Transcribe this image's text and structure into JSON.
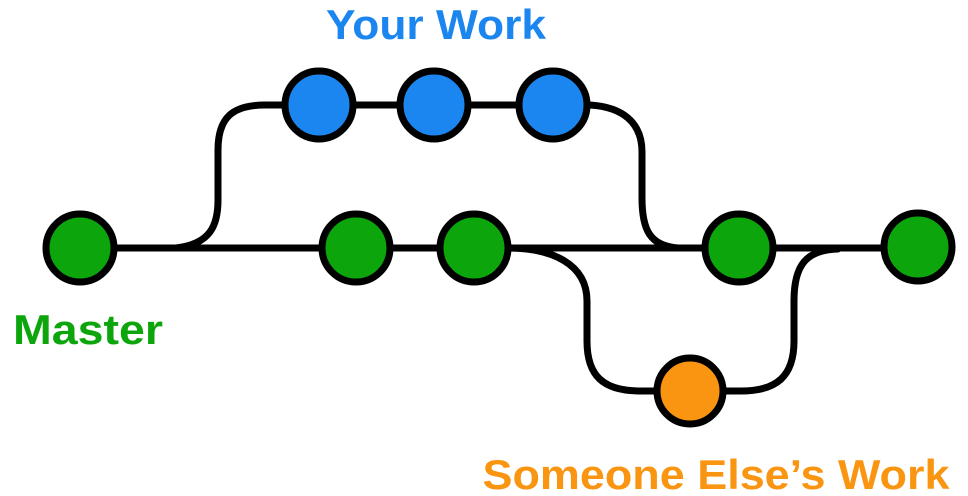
{
  "diagram": {
    "type": "git-branch-diagram",
    "labels": {
      "your_work": "Your Work",
      "master": "Master",
      "someone_else": "Someone Else’s Work"
    },
    "colors": {
      "master": "#0CA60C",
      "your_work": "#1B86EF",
      "someone_else": "#FA9511",
      "line": "#000000",
      "background": "#FFFFFF"
    },
    "branches": [
      {
        "name": "Master",
        "color": "#0CA60C",
        "commit_count": 5,
        "position": "middle"
      },
      {
        "name": "Your Work",
        "color": "#1B86EF",
        "commit_count": 3,
        "position": "top",
        "forks_from": "Master",
        "merges_into": "Master"
      },
      {
        "name": "Someone Else’s Work",
        "color": "#FA9511",
        "commit_count": 1,
        "position": "bottom",
        "forks_from": "Master",
        "merges_into": "Master"
      }
    ]
  }
}
